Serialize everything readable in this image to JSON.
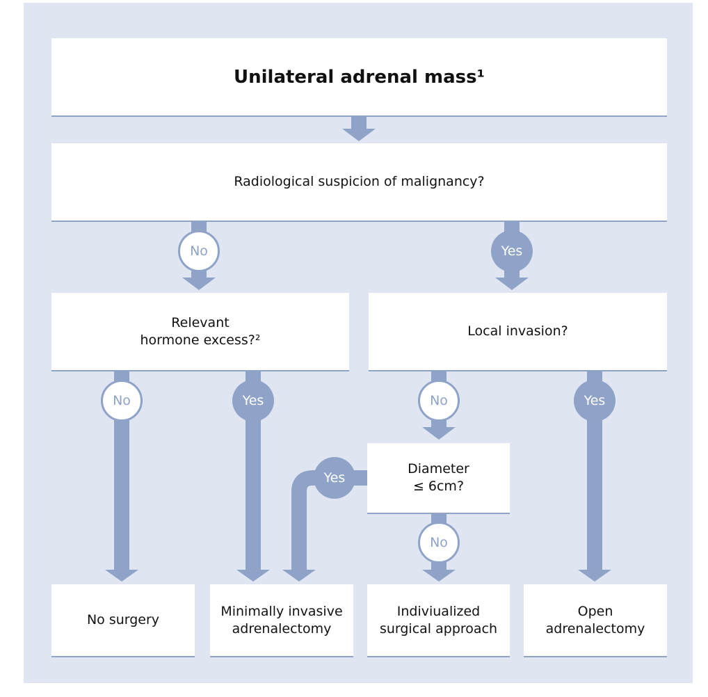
{
  "colors": {
    "panel": "#dfe6f1",
    "connector": "#8ea3c7",
    "box": "#ffffff",
    "text": "#111111"
  },
  "nodes": {
    "title": "Unilateral adrenal mass¹",
    "malignancy_question": "Radiological suspicion of malignancy?",
    "hormone_question": "Relevant\nhormone excess?²",
    "invasion_question": "Local invasion?",
    "diameter_question": "Diameter\n≤ 6cm?",
    "no_surgery": "No surgery",
    "minimally_invasive": "Minimally invasive\nadrenalectomy",
    "individualized": "Indiviualized\nsurgical approach",
    "open_adrenalectomy": "Open\nadrenalectomy"
  },
  "edges": {
    "malignancy_no": "No",
    "malignancy_yes": "Yes",
    "hormone_no": "No",
    "hormone_yes": "Yes",
    "invasion_no": "No",
    "invasion_yes": "Yes",
    "diameter_yes": "Yes",
    "diameter_no": "No"
  }
}
